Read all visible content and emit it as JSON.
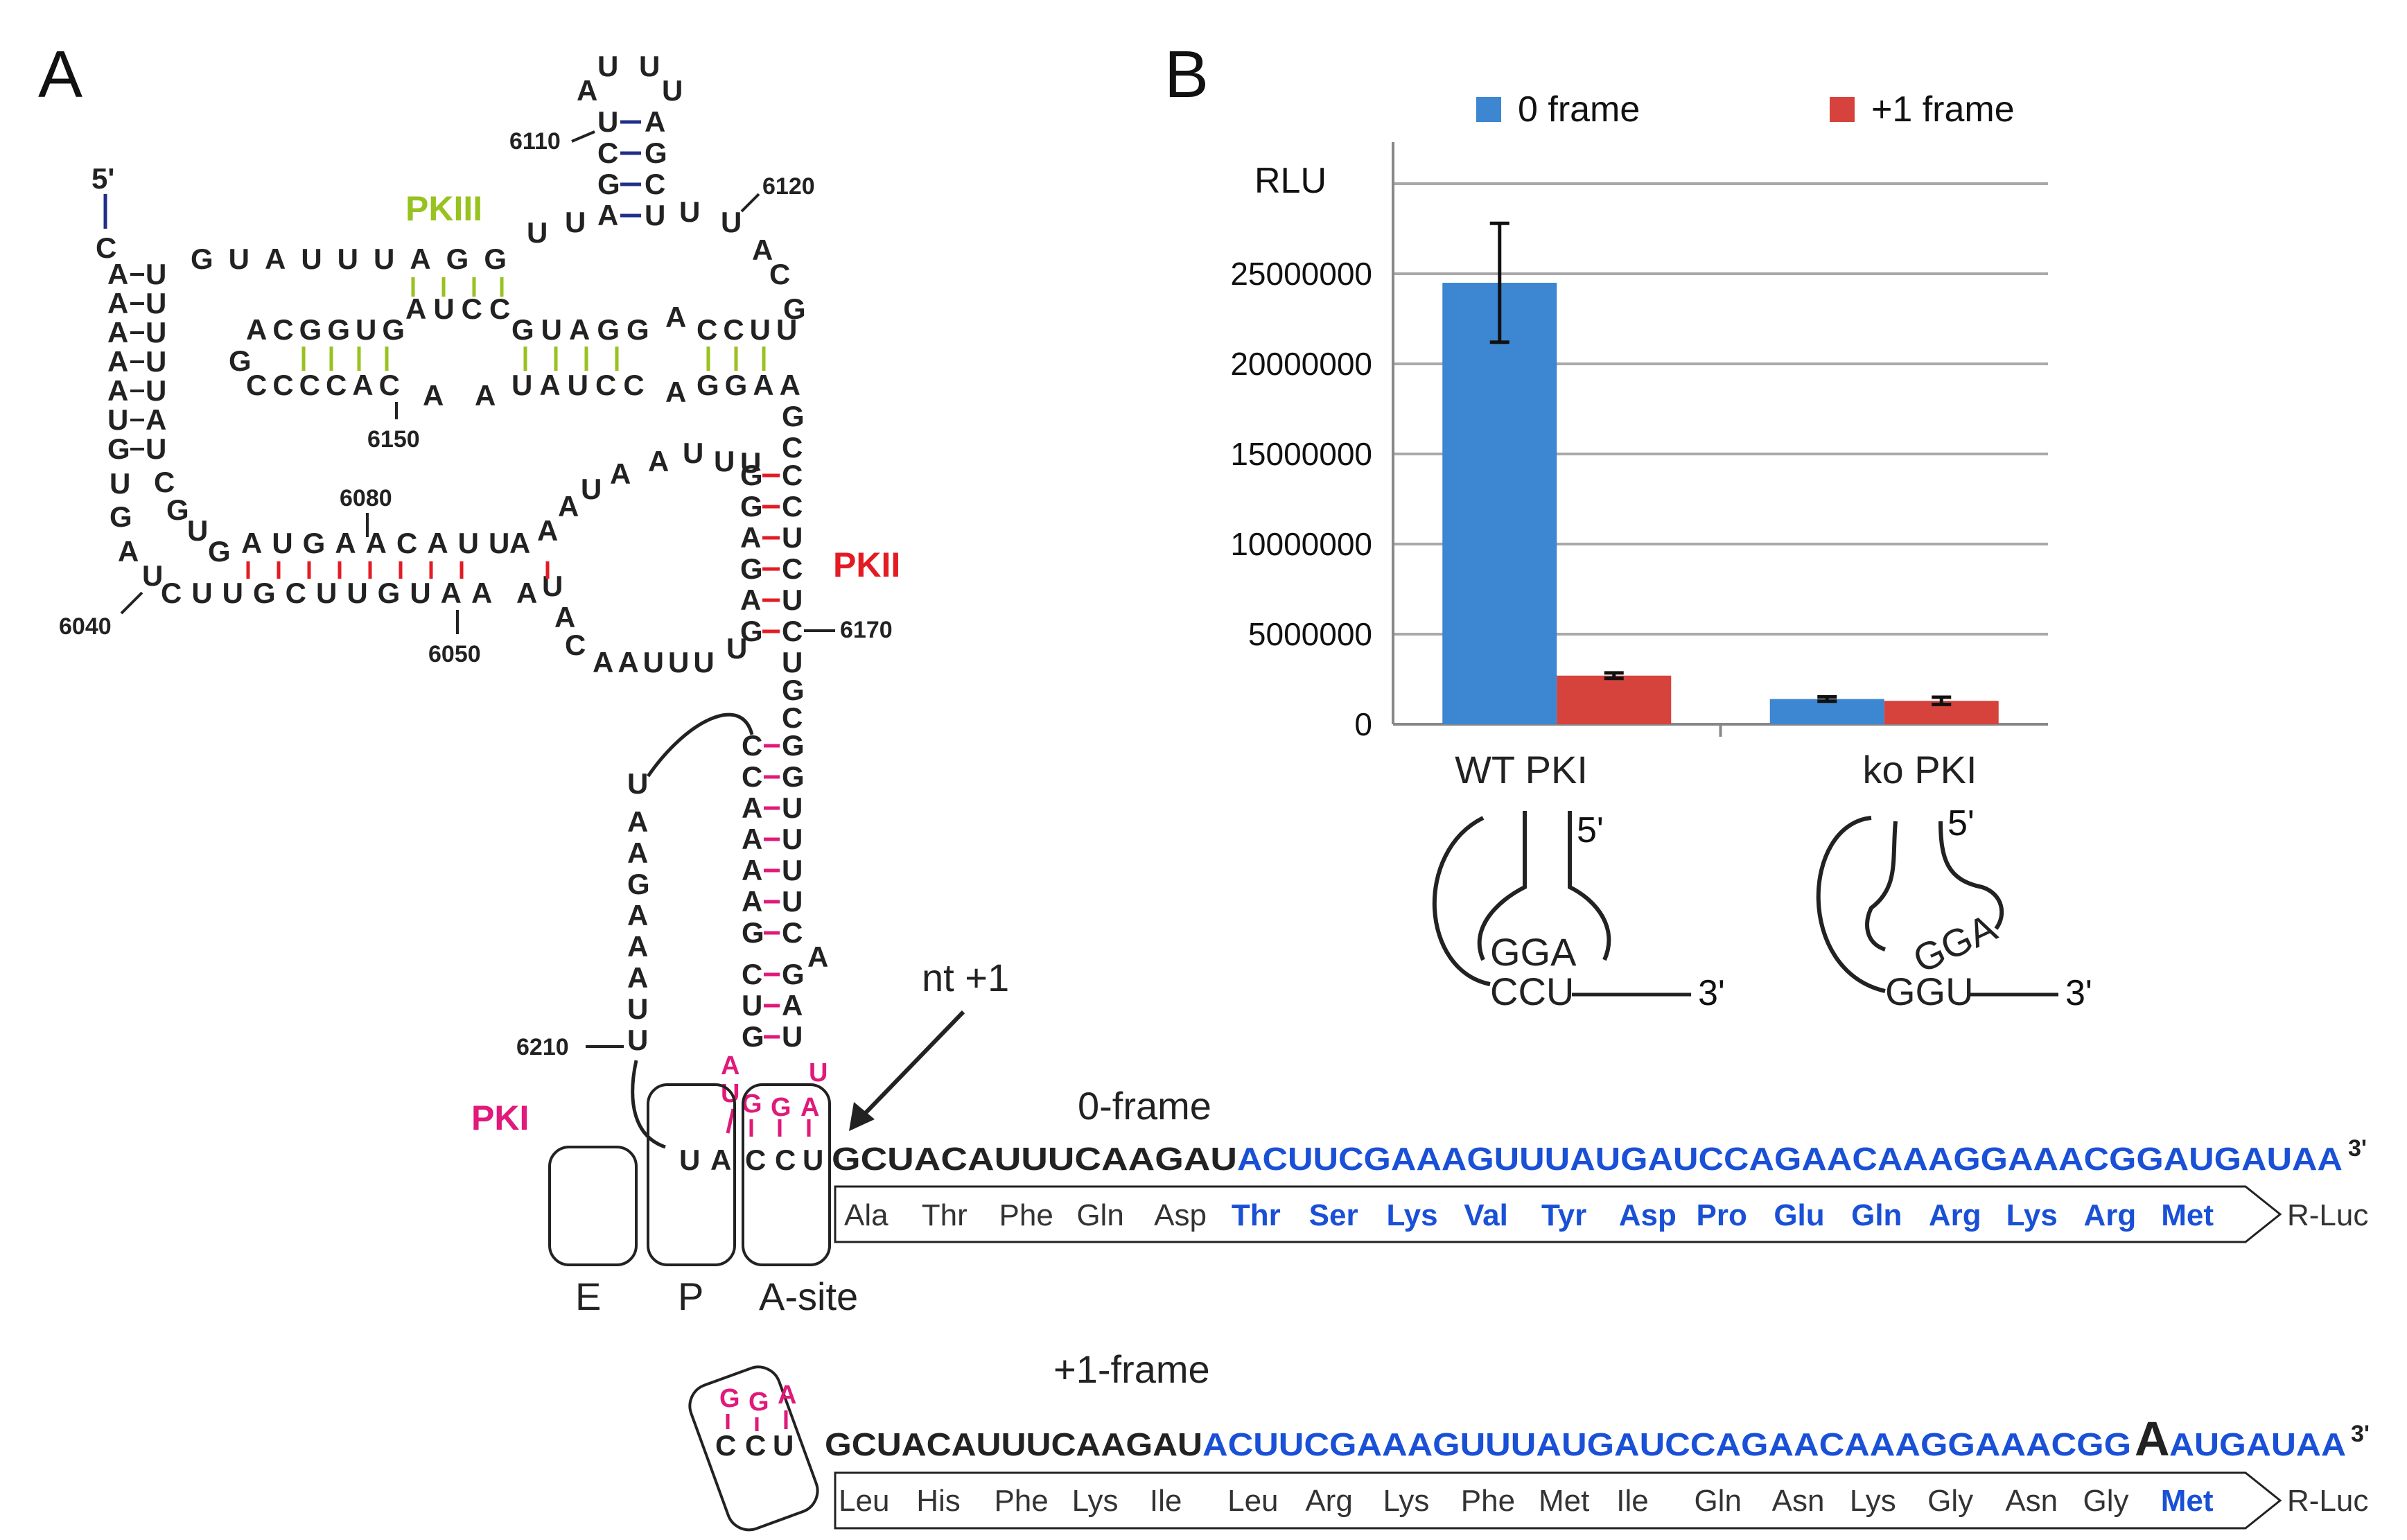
{
  "panels": {
    "a": "A",
    "b": "B"
  },
  "colors": {
    "pk1": "#e0197a",
    "pk2": "#e31b23",
    "pk3": "#98c21f",
    "blue_seq": "#1a50d6",
    "bar0": "#3d86d1",
    "bar1": "#d6433d",
    "helix": "#1f2f8a"
  },
  "structure": {
    "five_prime": "5'",
    "pk_labels": {
      "pk1": "PKI",
      "pk2": "PKII",
      "pk3": "PKIII"
    },
    "positions": [
      "6040",
      "6050",
      "6080",
      "6110",
      "6120",
      "6150",
      "6170",
      "6210"
    ],
    "nt_plus1": "nt +1",
    "sites": {
      "e": "E",
      "p": "P",
      "a": "A-site"
    }
  },
  "frames": {
    "zero": {
      "title": "0-frame",
      "seq_black": "GCUACAUUUCAAGAU",
      "seq_blue": "ACUUCGAAAGUUUAUGAUCCAGAACAAAGGAAACGGAUGAUAA",
      "three_prime": "3'",
      "aa_black": [
        "Ala",
        "Thr",
        "Phe",
        "Gln",
        "Asp"
      ],
      "aa_blue": [
        "Thr",
        "Ser",
        "Lys",
        "Val",
        "Tyr",
        "Asp",
        "Pro",
        "Glu",
        "Gln",
        "Arg",
        "Lys",
        "Arg",
        "Met"
      ],
      "reporter": "R-Luc"
    },
    "plus1": {
      "title": "+1-frame",
      "seq_black": "GCUACAUUUCAAGAU",
      "seq_blue_a": "ACUUCGAAAGUUUAUGAUCCAGAACAAAGGAAACGG",
      "seq_big": "A",
      "seq_blue_b": "AUGAUAA",
      "three_prime": "3'",
      "aa_black": [
        "Leu",
        "His",
        "Phe",
        "Lys",
        "Ile",
        "Leu",
        "Arg",
        "Lys",
        "Phe",
        "Met",
        "Ile",
        "Gln",
        "Asn",
        "Lys",
        "Gly",
        "Asn",
        "Gly"
      ],
      "aa_blue": [
        "Met"
      ],
      "reporter": "R-Luc"
    }
  },
  "chart_data": {
    "type": "bar",
    "ylabel": "RLU",
    "categories": [
      "WT PKI",
      "ko PKI"
    ],
    "series": [
      {
        "name": "0 frame",
        "values": [
          24500000,
          1400000
        ],
        "errors": [
          3300000,
          120000
        ],
        "color": "#3d86d1"
      },
      {
        "name": "+1 frame",
        "values": [
          2700000,
          1300000
        ],
        "errors": [
          150000,
          200000
        ],
        "color": "#d6433d"
      }
    ],
    "ylim": [
      0,
      30000000
    ],
    "yticks": [
      "0",
      "5000000",
      "10000000",
      "15000000",
      "20000000",
      "25000000"
    ],
    "grid": true,
    "legend": "top"
  },
  "insets": {
    "wt": {
      "loop": "GGA",
      "stem": "CCU",
      "five": "5'",
      "three": "3'"
    },
    "ko": {
      "loop": "GGA",
      "stem": "GGU",
      "five": "5'",
      "three": "3'"
    }
  }
}
